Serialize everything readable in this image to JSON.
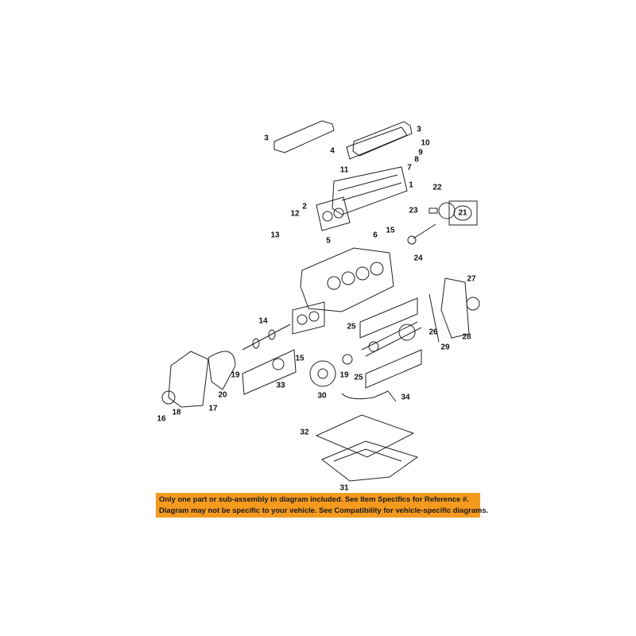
{
  "diagram": {
    "callouts": [
      "3",
      "3",
      "10",
      "4",
      "9",
      "8",
      "11",
      "7",
      "1",
      "22",
      "2",
      "12",
      "21",
      "23",
      "13",
      "15",
      "5",
      "6",
      "24",
      "27",
      "14",
      "25",
      "26",
      "15",
      "29",
      "28",
      "19",
      "19",
      "25",
      "33",
      "20",
      "30",
      "34",
      "16",
      "18",
      "17",
      "32",
      "31"
    ]
  },
  "banner": {
    "line1": "Only one part or sub-assembly in diagram included. See Item Specifics for Reference #.",
    "line2": "Diagram may not be specific to your vehicle. See Compatibility for vehicle-specific diagrams.",
    "background_color": "#f39a1f"
  }
}
